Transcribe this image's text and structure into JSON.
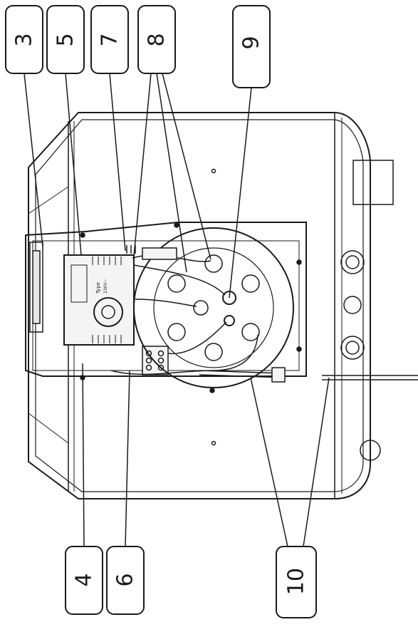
{
  "callouts": {
    "c3": "3",
    "c4": "4",
    "c5": "5",
    "c6": "6",
    "c7": "7",
    "c8": "8",
    "c9": "9",
    "c10": "10"
  },
  "device": {
    "nameplate_line1": "Type",
    "nameplate_line2": "230V~"
  },
  "colors": {
    "line": "#1a1a1a",
    "background": "#ffffff",
    "shade": "#e6e6e6"
  }
}
